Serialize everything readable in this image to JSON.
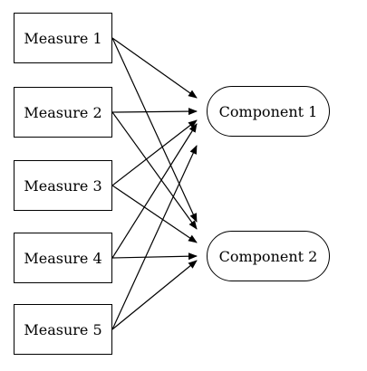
{
  "measures": [
    {
      "id": "m1",
      "label": "Measure 1"
    },
    {
      "id": "m2",
      "label": "Measure 2"
    },
    {
      "id": "m3",
      "label": "Measure 3"
    },
    {
      "id": "m4",
      "label": "Measure 4"
    },
    {
      "id": "m5",
      "label": "Measure 5"
    }
  ],
  "components": [
    {
      "id": "c1",
      "label": "Component 1"
    },
    {
      "id": "c2",
      "label": "Component 2"
    }
  ],
  "edges": [
    {
      "from": "m1",
      "to": "c1"
    },
    {
      "from": "m1",
      "to": "c2"
    },
    {
      "from": "m2",
      "to": "c1"
    },
    {
      "from": "m2",
      "to": "c2"
    },
    {
      "from": "m3",
      "to": "c1"
    },
    {
      "from": "m3",
      "to": "c2"
    },
    {
      "from": "m4",
      "to": "c1"
    },
    {
      "from": "m4",
      "to": "c2"
    },
    {
      "from": "m5",
      "to": "c1"
    },
    {
      "from": "m5",
      "to": "c2"
    }
  ],
  "colors": {
    "stroke": "#000000",
    "background": "#ffffff"
  }
}
